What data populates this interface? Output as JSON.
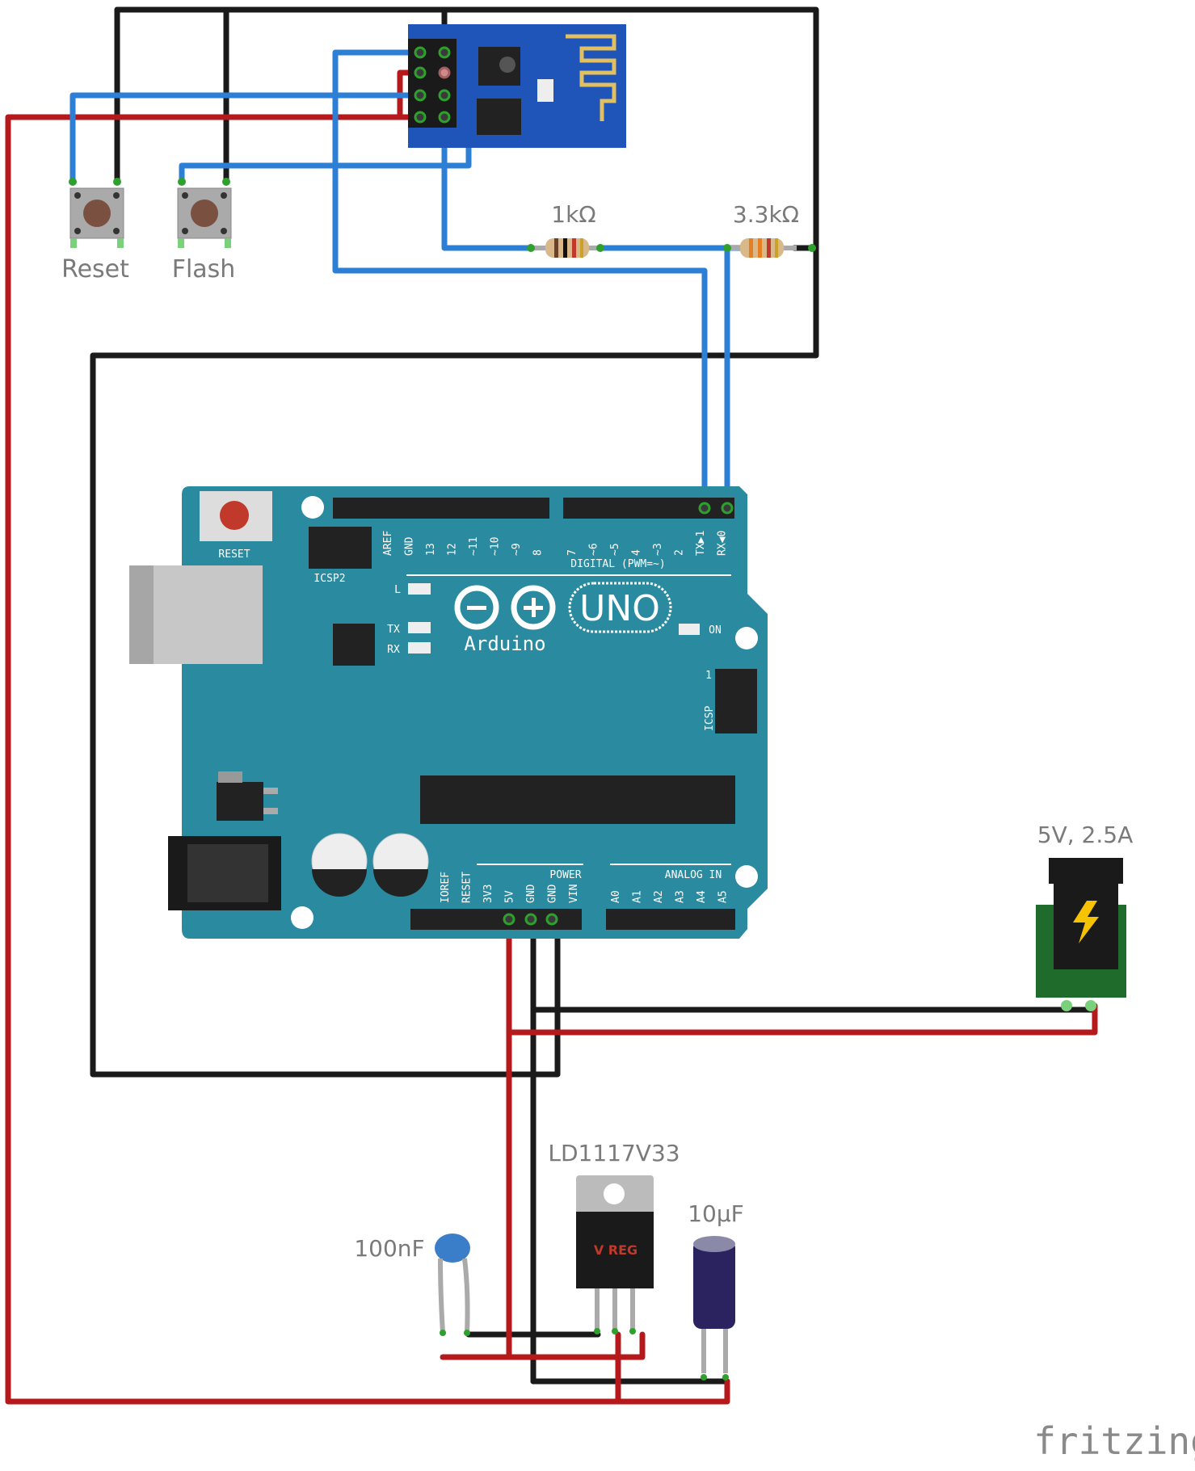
{
  "labels": {
    "reset_button": "Reset",
    "flash_button": "Flash",
    "resistor_1": "1kΩ",
    "resistor_2": "3.3kΩ",
    "power_jack": "5V, 2.5A",
    "regulator": "LD1117V33",
    "capacitor_ceramic": "100nF",
    "capacitor_electrolytic": "10µF",
    "watermark": "fritzing"
  },
  "arduino": {
    "reset_label": "RESET",
    "icsp2_label": "ICSP2",
    "icsp_label": "ICSP",
    "digital_label": "DIGITAL (PWM=~)",
    "uno_label": "UNO",
    "brand": "Arduino",
    "l_label": "L",
    "tx_label": "TX",
    "rx_label": "RX",
    "on_label": "ON",
    "power_label": "POWER",
    "analog_label": "ANALOG IN",
    "icsp_pin1": "1",
    "top_pins_left": [
      "AREF",
      "GND",
      "13",
      "12",
      "~11",
      "~10",
      "~9",
      "8"
    ],
    "top_pins_right": [
      "7",
      "~6",
      "~5",
      "4",
      "~3",
      "2",
      "TX▶1",
      "RX◀0"
    ],
    "power_pins": [
      "IOREF",
      "RESET",
      "3V3",
      "5V",
      "GND",
      "GND",
      "VIN"
    ],
    "analog_pins": [
      "A0",
      "A1",
      "A2",
      "A3",
      "A4",
      "A5"
    ]
  },
  "regulator_text": "V REG",
  "colors": {
    "board": "#2a8aa0",
    "esp_board": "#1f55b8",
    "wire_black": "#1a1a1a",
    "wire_red": "#b5191c",
    "wire_blue": "#2d7fd6"
  }
}
